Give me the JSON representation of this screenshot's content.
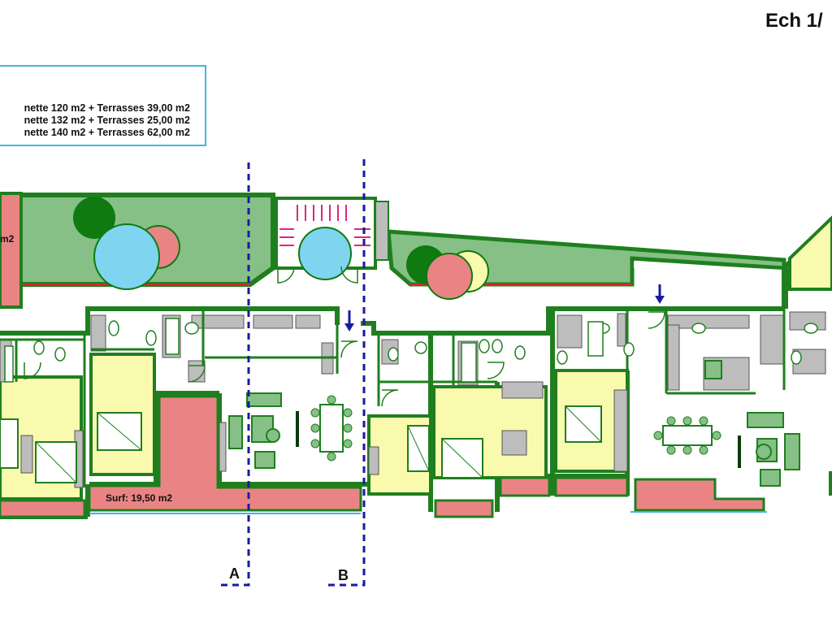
{
  "scale_title": "Ech 1/",
  "legend": {
    "lines": [
      "nette 120 m2 + Terrasses 39,00 m2",
      "nette 132 m2 + Terrasses 25,00 m2",
      "nette 140 m2 + Terrasses 62,00 m2"
    ]
  },
  "labels": {
    "garden_area_fragment": "m2",
    "terrace_surface": "Surf: 19,50 m2",
    "section_a": "A",
    "section_b": "B"
  },
  "colors": {
    "wall": "#1f7f1f",
    "garden": "#86c086",
    "terrace": "#ea8484",
    "bedroom": "#fafaae",
    "furniture": "#bdbdbd",
    "tree_dark": "#0f7a0f",
    "tree_blue": "#7fd4f0",
    "tree_salmon": "#ea8484",
    "tree_cream": "#fafaae",
    "section_line": "#1a1a9e",
    "stair": "#e0267a",
    "legend_border": "#3cb8e0"
  }
}
